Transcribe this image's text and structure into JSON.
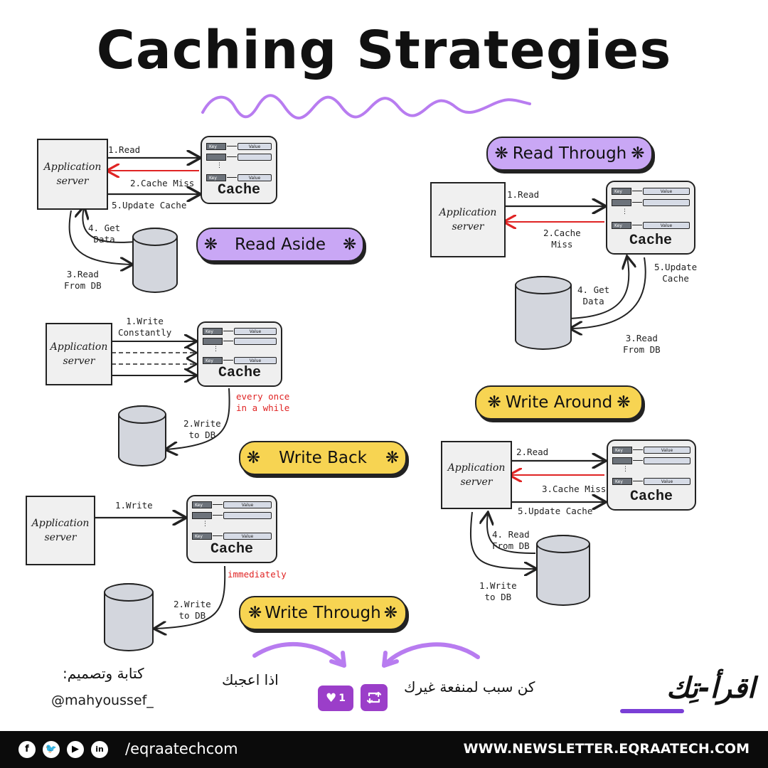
{
  "title": "Caching Strategies",
  "common": {
    "app_server_line1": "Application",
    "app_server_line2": "server",
    "cache_label": "Cache",
    "key_label": "Key",
    "value_label": "Value"
  },
  "read_aside": {
    "badge": "Read Aside",
    "step1": "1.Read",
    "step2": "2.Cache Miss",
    "step5": "5.Update Cache",
    "step4_line1": "4. Get",
    "step4_line2": "Data",
    "step3_line1": "3.Read",
    "step3_line2": "From DB"
  },
  "read_through": {
    "badge": "Read Through",
    "step1": "1.Read",
    "step2_line1": "2.Cache",
    "step2_line2": "Miss",
    "step5_line1": "5.Update",
    "step5_line2": "Cache",
    "step4_line1": "4. Get",
    "step4_line2": "Data",
    "step3_line1": "3.Read",
    "step3_line2": "From DB"
  },
  "write_back": {
    "badge": "Write Back",
    "step1_line1": "1.Write",
    "step1_line2": "Constantly",
    "red_line1": "every once",
    "red_line2": "in a while",
    "step2_line1": "2.Write",
    "step2_line2": "to DB"
  },
  "write_around": {
    "badge": "Write Around",
    "step2": "2.Read",
    "step3": "3.Cache Miss",
    "step5": "5.Update Cache",
    "step4_line1": "4. Read",
    "step4_line2": "From DB",
    "step1_line1": "1.Write",
    "step1_line2": "to DB"
  },
  "write_through": {
    "badge": "Write Through",
    "step1": "1.Write",
    "red": "immediately",
    "step2_line1": "2.Write",
    "step2_line2": "to DB"
  },
  "bottom": {
    "author_label": "كتابة وتصميم:",
    "author_handle": "@mahyoussef_",
    "if_you_like": "اذا اعجبك",
    "be_useful": "كن سبب لمنفعة غيرك",
    "like_count": "1",
    "brand_logo": "اقرأ-تِك"
  },
  "footer": {
    "handle": "/eqraatechcom",
    "website": "WWW.NEWSLETTER.EQRAATECH.COM",
    "icons": [
      "facebook-icon",
      "twitter-icon",
      "youtube-icon",
      "linkedin-icon"
    ]
  },
  "colors": {
    "purple": "#c9a7f5",
    "yellow": "#f7d452",
    "red": "#e02424",
    "accent_purple": "#b87cf0"
  }
}
